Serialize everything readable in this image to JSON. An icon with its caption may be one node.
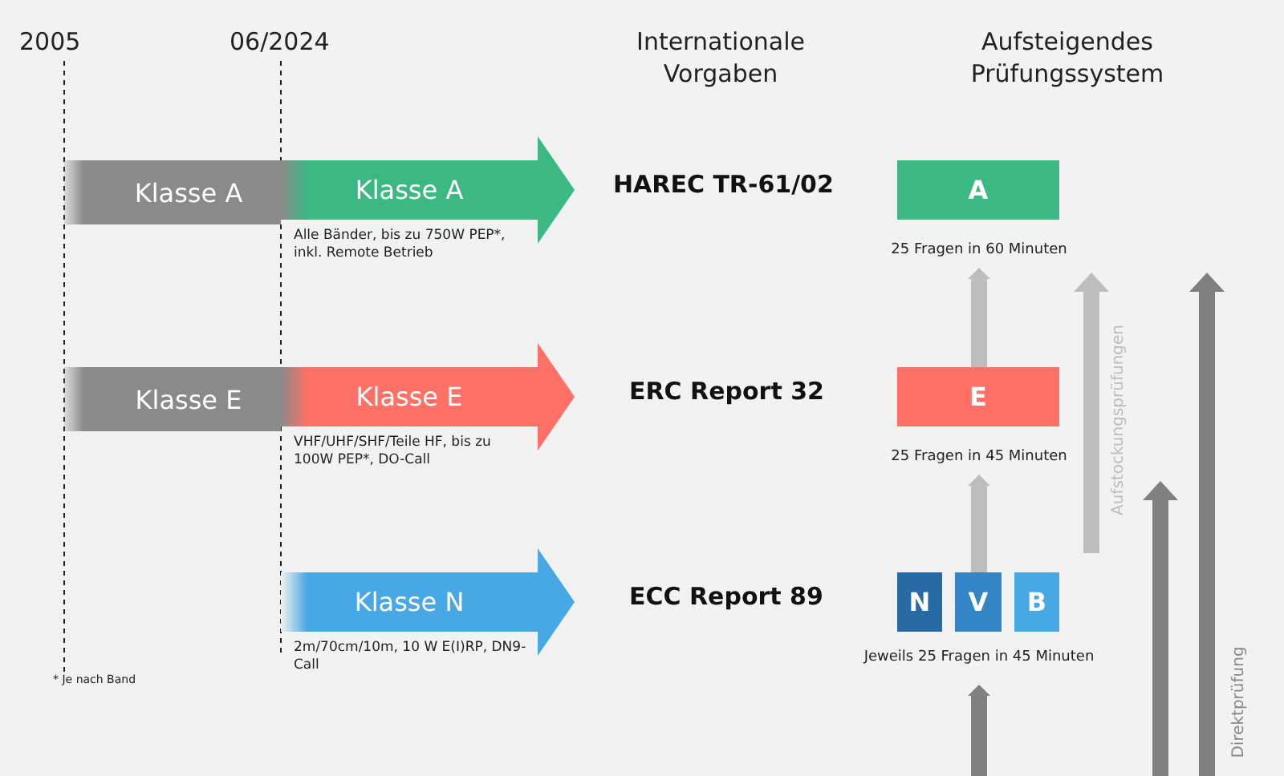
{
  "diagram": {
    "nodes": [
      {
        "text": [
          "Klasse A"
        ]
      },
      {
        "text": [
          "Klasse A"
        ],
        "beside": [
          "Alle Bänder, bis zu 750W PEP*, inkl. Remote Betrieb"
        ]
      },
      {
        "text": [
          "Klasse E"
        ]
      },
      {
        "text": [
          "Klasse E"
        ],
        "beside": [
          "VHF/UHF/SHF/Teile HF, bis zu 100W PEP*, DO-Call"
        ]
      },
      {
        "text": [
          "Klasse N"
        ],
        "beside": [
          "2m/70cm/10m, 10 W E(I)RP, DN9-Call"
        ]
      },
      {
        "text": [
          "A"
        ],
        "beside": [
          "25 Fragen in 60 Minuten"
        ]
      },
      {
        "text": [
          "E"
        ],
        "beside": [
          "25 Fragen in 45 Minuten"
        ]
      },
      {
        "text": [
          "N"
        ]
      },
      {
        "text": [
          "V"
        ],
        "beside": [
          "Jeweils 25 Fragen in 45 Minuten"
        ]
      },
      {
        "text": [
          "B"
        ]
      }
    ],
    "edges": [
      {
        "from": 6,
        "to": 5,
        "arrow": "to"
      },
      {
        "from": 8,
        "to": 6,
        "arrow": "to"
      },
      {
        "from": null,
        "to": 8,
        "arrow": "to",
        "color": "#808080"
      }
    ],
    "labels": [
      "2005",
      "06/2024",
      "Internationale Vorgaben",
      "Aufsteigendes Prüfungssystem",
      "HAREC TR-61/02",
      "ERC Report 32",
      "ECC Report 89",
      "Aufstockungsprüfungen",
      "Direktprüfung",
      "* Je nach Band"
    ]
  }
}
